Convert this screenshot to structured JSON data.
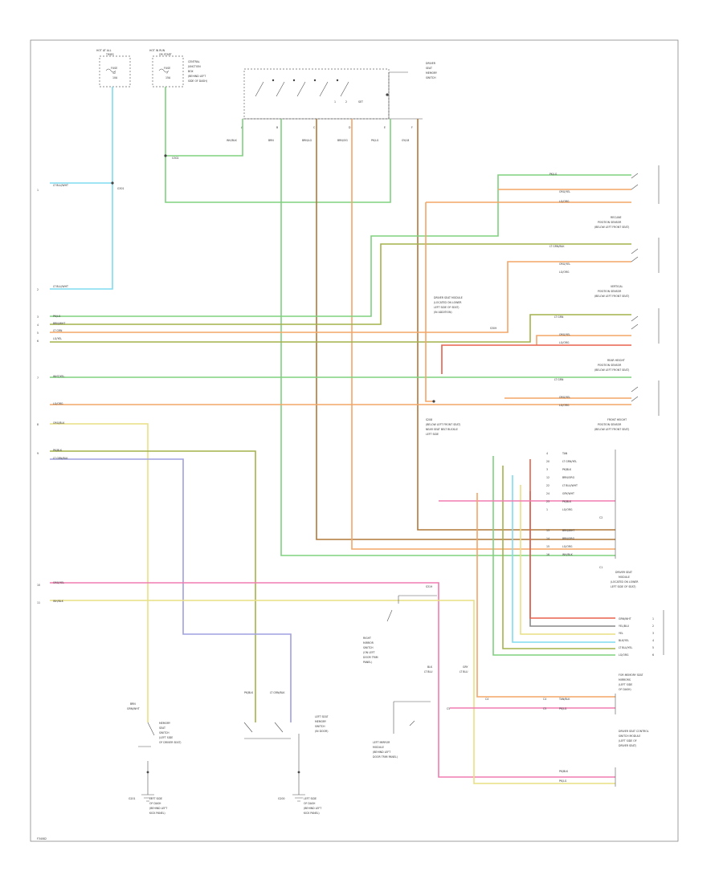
{
  "footer": {
    "code": "F34082"
  },
  "hot_boxes": [
    {
      "l1": "HOT AT ALL",
      "l2": "TIMES"
    },
    {
      "l1": "HOT IN RUN",
      "l2": "OR START"
    }
  ],
  "fuse_boxes": [
    {
      "l1": "FUSE",
      "l2": "12",
      "l3": "10A"
    },
    {
      "l1": "FUSE",
      "l2": "7",
      "l3": "15A"
    }
  ],
  "panel_label": [
    "CENTRAL",
    "JUNCTION",
    "BOX",
    "(BEHIND LEFT",
    "SIDE OF DASH)"
  ],
  "top_switch": [
    "DRIVER",
    "SEAT",
    "MEMORY",
    "SWITCH"
  ],
  "top_switch_pos": [
    "SET",
    "1",
    "2"
  ],
  "top_switch_pins": [
    "A",
    "B",
    "C",
    "D",
    "E",
    "F"
  ],
  "top_switch_wires": [
    "WH/BLK",
    "BRN",
    "BRN/LG",
    "BRN/OG",
    "PK/LG",
    "GY/LB"
  ],
  "left_wire_labels": [
    "LT BLU/WHT",
    "PK/LG",
    "BRN/WHT",
    "LT GRN",
    "LG/YEL",
    "WHT/YEL",
    "LG/ORG",
    "ORG/BLK",
    "PK/BLK",
    "LT GRN/BLK",
    "ORG/YEL",
    "WH/BLK"
  ],
  "ground_labels": [
    "G301",
    "G302",
    "S309",
    "S319"
  ],
  "left_connector_pins": [
    "1",
    "2",
    "3",
    "4",
    "5",
    "6",
    "7",
    "8",
    "9",
    "10",
    "11"
  ],
  "motors": [
    {
      "name": [
        "RECLINE",
        "POSITION SENSOR",
        "(BELOW LEFT FRONT SEAT)"
      ],
      "wires": [
        "PK/LG",
        "ORG/YEL",
        "LG/ORG"
      ]
    },
    {
      "name": [
        "VERTICAL",
        "POSITION SENSOR",
        "(BELOW LEFT FRONT SEAT)"
      ],
      "wires": [
        "LT GRN/BLK",
        "ORG/YEL",
        "LG/ORG"
      ]
    },
    {
      "name": [
        "REAR HEIGHT",
        "POSITION SENSOR",
        "(BELOW LEFT FRONT SEAT)"
      ],
      "wires": [
        "LT GRN",
        "ORG/YEL",
        "LG/ORG"
      ]
    },
    {
      "name": [
        "FRONT HEIGHT",
        "POSITION SENSOR",
        "(BELOW LEFT FRONT SEAT)"
      ],
      "wires": [
        "LT GRN",
        "ORG/YEL",
        "LG/ORG"
      ]
    }
  ],
  "mid_splice_label": [
    "DRIVER SEAT MODULE",
    "(LOCATED ON LOWER",
    "LEFT SIDE OF SEAT)",
    "(IN ADDITION)"
  ],
  "splice_label": [
    "S208",
    "(BELOW LEFT FRONT SEAT)",
    "NEAR SEAT BELT BUCKLE",
    "LEFT SIDE"
  ],
  "module_pins": [
    {
      "pin": "4",
      "wire": "TAN"
    },
    {
      "pin": "20",
      "wire": "LT GRN/YEL"
    },
    {
      "pin": "3",
      "wire": "PK/BLK"
    },
    {
      "pin": "12",
      "wire": "BRN/ORG"
    },
    {
      "pin": "22",
      "wire": "LT BLU/WHT"
    },
    {
      "pin": "24",
      "wire": "GRY/WHT"
    },
    {
      "pin": "23",
      "wire": "PK/BLK"
    },
    {
      "pin": "1",
      "wire": "LG/ORG"
    }
  ],
  "module_pins_b": [
    {
      "pin": "13",
      "wire": "BRN/WHT"
    },
    {
      "pin": "14",
      "wire": "BRN/ORG"
    },
    {
      "pin": "15",
      "wire": "LG/ORG"
    },
    {
      "pin": "16",
      "wire": "WH/BLK"
    }
  ],
  "module_name": [
    "DRIVER SEAT",
    "MODULE",
    "(LOCATED ON LOWER",
    "LEFT SIDE OF SEAT)"
  ],
  "module_right_pins": [
    {
      "pin": "1",
      "wire": "GRN/WHT"
    },
    {
      "pin": "2",
      "wire": "YEL/BLU"
    },
    {
      "pin": "3",
      "wire": "YEL"
    },
    {
      "pin": "4",
      "wire": "BLK/YEL"
    },
    {
      "pin": "5",
      "wire": "LT BLU/YEL"
    },
    {
      "pin": "6",
      "wire": "LG/ORG"
    }
  ],
  "lower_split": [
    "C2",
    "C1"
  ],
  "wire_mirror": [
    "BLK",
    "LT BLU"
  ],
  "wire_mirror2": [
    "GRY",
    "LT BLU"
  ],
  "mirror_switch": [
    "RIGHT",
    "MIRROR",
    "SWITCH",
    "(ON LEFT",
    "DOOR TRIM",
    "PANEL)"
  ],
  "mirror_module": [
    "LEFT MIRROR",
    "MODULE",
    "(BEHIND LEFT",
    "DOOR TRIM PANEL)"
  ],
  "bottom_module_labels": [
    {
      "pin": "C4",
      "wire": "TAN/BLK"
    },
    {
      "pin": "C5",
      "wire": "PK/LG"
    }
  ],
  "mirror_pins": [
    {
      "pin": "C4",
      "wire": "PK/BLK"
    },
    {
      "pin": "C5",
      "wire": "PK/LG"
    }
  ],
  "bottom_module_name": [
    "FOR MEMORY SEAT",
    "MIRRORS",
    "(LEFT SIDE",
    "OF DASH)"
  ],
  "bottom_module_name2": [
    "DRIVER SEAT CONTROL",
    "SWITCH MODULE",
    "(LEFT SIDE OF",
    "DRIVER SEAT)"
  ],
  "seat_switch_left": [
    "MEMORY",
    "SEAT",
    "SWITCH",
    "(LEFT SIDE",
    "OF DRIVER SEAT)"
  ],
  "seat_switch_left_wires": [
    "BRN",
    "GRN/WHT"
  ],
  "seat_switch_mid": [
    "LEFT SEAT",
    "MEMORY",
    "SWITCH",
    "(IN DOOR)"
  ],
  "seat_switch_mid_wires": [
    "PK/BLK",
    "LT GRN/BLK"
  ],
  "ground_left": [
    "G201",
    "LEFT SIDE",
    "OF DASH",
    "(BEHIND LEFT",
    "KICK PANEL)"
  ],
  "ground_mid": [
    "G200",
    "LEFT SIDE",
    "OF DASH",
    "(BEHIND LEFT",
    "KICK PANEL)"
  ],
  "colors": {
    "lt_blue": "#7fdcf0",
    "green": "#7ed27e",
    "orange": "#f3a567",
    "brown": "#b07838",
    "olive": "#a4b24a",
    "pink": "#f27bb0",
    "yellow": "#e9df83",
    "lavender": "#a0a0e0",
    "red": "#e8604c",
    "gray": "#888888"
  }
}
